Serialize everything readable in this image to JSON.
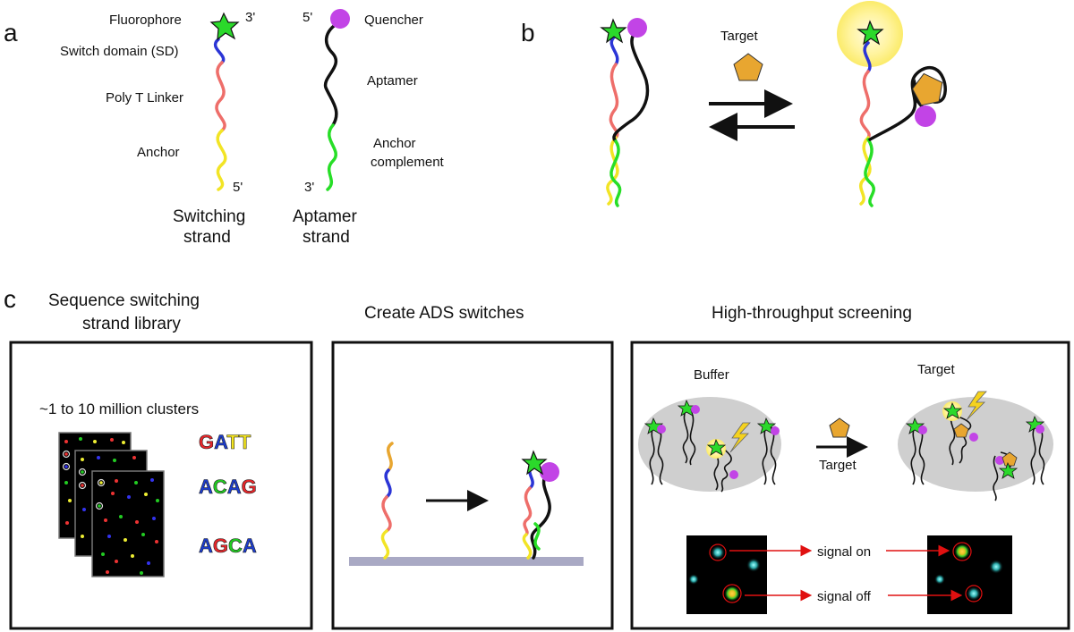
{
  "panels": {
    "a": "a",
    "b": "b",
    "c": "c"
  },
  "panel_a": {
    "fluorophore": "Fluorophore",
    "prime3_top": "3'",
    "switch_domain": "Switch domain (SD)",
    "linker": "Poly T Linker",
    "anchor": "Anchor",
    "prime5_bottom": "5'",
    "switching_strand_line1": "Switching",
    "switching_strand_line2": "strand",
    "prime5_top": "5'",
    "quencher": "Quencher",
    "aptamer": "Aptamer",
    "anchor_complement_line1": "Anchor",
    "anchor_complement_line2": "complement",
    "prime3_bottom": "3'",
    "aptamer_strand_line1": "Aptamer",
    "aptamer_strand_line2": "strand"
  },
  "panel_b": {
    "target": "Target"
  },
  "panel_c": {
    "col1_title_line1": "Sequence switching",
    "col1_title_line2": "strand library",
    "col2_title": "Create ADS switches",
    "col3_title": "High-throughput screening",
    "clusters": "~1 to 10 million clusters",
    "sequences": [
      {
        "letters": [
          {
            "ch": "G",
            "color": "#e8262a"
          },
          {
            "ch": "A",
            "color": "#1c3ccd"
          },
          {
            "ch": "T",
            "color": "#f5e61e"
          },
          {
            "ch": "T",
            "color": "#f5e61e"
          }
        ]
      },
      {
        "letters": [
          {
            "ch": "A",
            "color": "#1c3ccd"
          },
          {
            "ch": "C",
            "color": "#22cc22"
          },
          {
            "ch": "A",
            "color": "#1c3ccd"
          },
          {
            "ch": "G",
            "color": "#e8262a"
          }
        ]
      },
      {
        "letters": [
          {
            "ch": "A",
            "color": "#1c3ccd"
          },
          {
            "ch": "G",
            "color": "#e8262a"
          },
          {
            "ch": "C",
            "color": "#22cc22"
          },
          {
            "ch": "A",
            "color": "#1c3ccd"
          }
        ]
      }
    ],
    "buffer": "Buffer",
    "target_top": "Target",
    "target_arrow": "Target",
    "signal_on": "signal on",
    "signal_off": "signal off"
  },
  "colors": {
    "switch_domain": "#2b35d6",
    "linker": "#ee6e6a",
    "anchor": "#f2e425",
    "anchor_complement": "#27de27",
    "aptamer": "#111111",
    "fluorophore": "#2bd92b",
    "quencher": "#c244e6",
    "target": "#e8a630",
    "surface": "#a9a9c4",
    "cluster_bg": "#000000",
    "ellipse": "#cfcfcf",
    "signal_arrow": "#e01010"
  },
  "icons": [
    "fluorophore-star-icon",
    "quencher-circle-icon",
    "target-pentagon-icon",
    "lightning-icon"
  ]
}
